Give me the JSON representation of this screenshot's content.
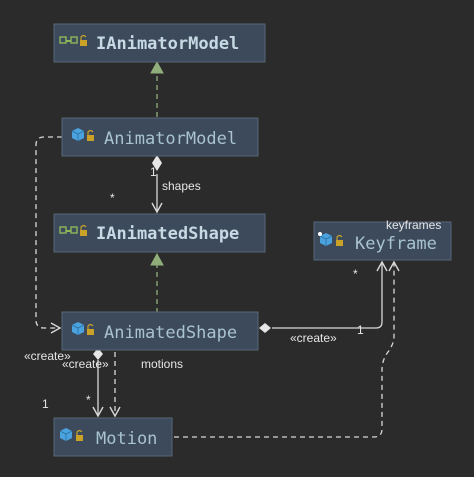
{
  "colors": {
    "background": "#2b2b2b",
    "node_fill": "#3c4a5c",
    "node_stroke": "#56657a",
    "edge": "#d8d8d8",
    "realization": "#8fae7a",
    "class_icon": "#4aa3df",
    "lock_icon": "#c9a227",
    "interface_icon": "#8fb85a"
  },
  "nodes": {
    "ianimatormodel": {
      "title": "IAnimatorModel",
      "kind": "interface"
    },
    "animatormodel": {
      "title": "AnimatorModel",
      "kind": "class"
    },
    "ianimatedshape": {
      "title": "IAnimatedShape",
      "kind": "interface"
    },
    "animatedshape": {
      "title": "AnimatedShape",
      "kind": "class"
    },
    "keyframe": {
      "title": "Keyframe",
      "kind": "class"
    },
    "motion": {
      "title": "Motion",
      "kind": "class"
    }
  },
  "edges": {
    "shapes": {
      "role": "shapes",
      "src_mult": "1",
      "dst_mult": "*"
    },
    "keyframes": {
      "role": "keyframes",
      "src_mult": "1",
      "dst_mult": "*",
      "stereotype": "«create»"
    },
    "motions": {
      "role": "motions",
      "src_mult": "1",
      "dst_mult": "*",
      "stereotype": "«create»"
    },
    "animator_create": {
      "stereotype": "«create»"
    }
  }
}
